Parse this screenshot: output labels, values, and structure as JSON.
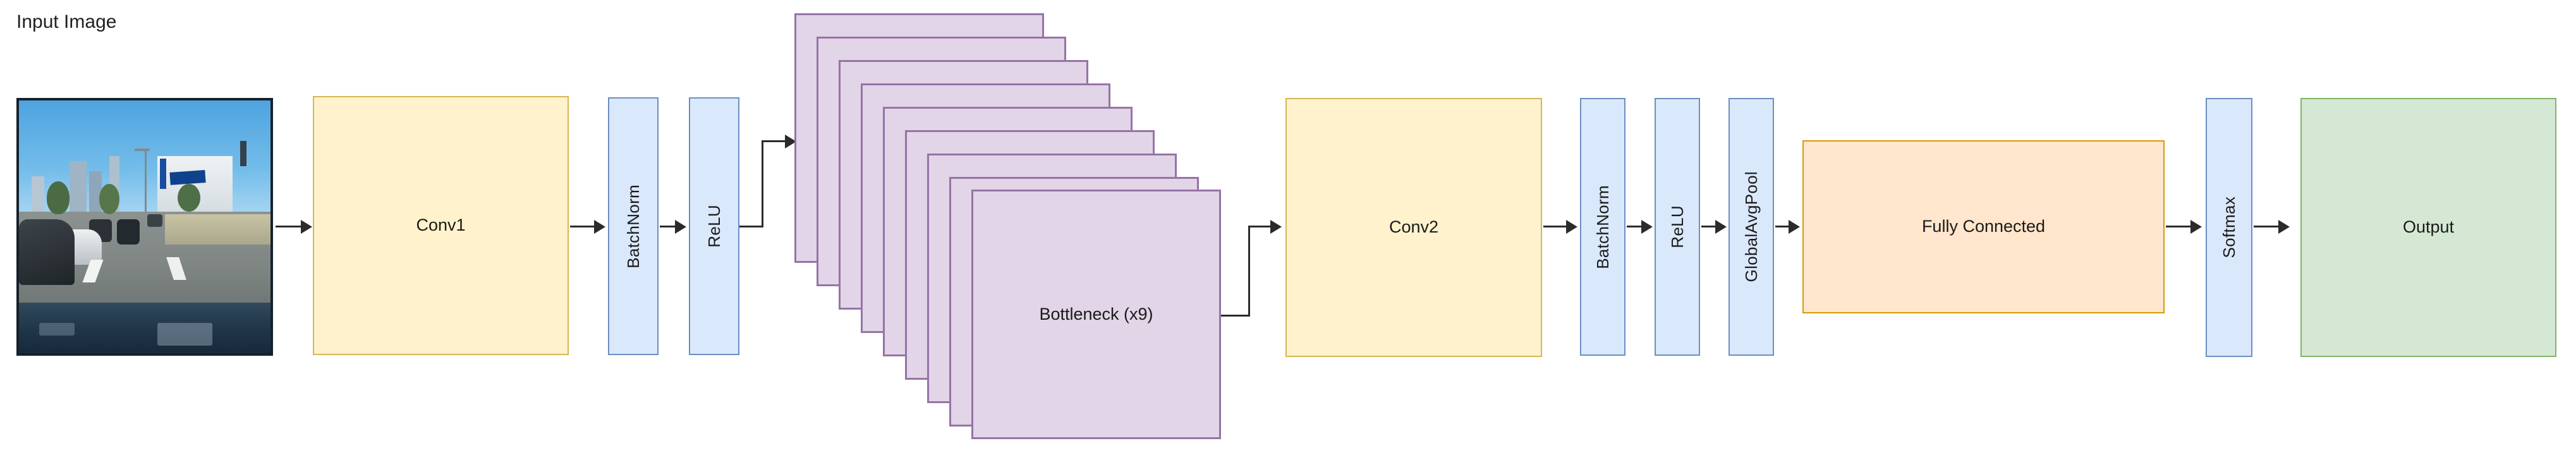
{
  "diagram": {
    "title": "Input Image",
    "type": "neural-network-architecture",
    "colors": {
      "conv_fill": "#fff2cc",
      "conv_stroke": "#d6b656",
      "layer_fill": "#dae8fc",
      "layer_stroke": "#6c8ebf",
      "bottleneck_fill": "#e1d5e7",
      "bottleneck_stroke": "#9673a6",
      "fc_fill": "#ffe6cc",
      "fc_stroke": "#d79b00",
      "output_fill": "#d5e8d4",
      "output_stroke": "#82b366",
      "connector": "#2b2b2b"
    },
    "input_image_caption": "Input Image",
    "blocks": {
      "conv1": "Conv1",
      "batchnorm1": "BatchNorm",
      "relu1": "ReLU",
      "bottleneck": "Bottleneck (x9)",
      "bottleneck_count": 9,
      "conv2": "Conv2",
      "batchnorm2": "BatchNorm",
      "relu2": "ReLU",
      "globalavgpool": "GlobalAvgPool",
      "fully_connected": "Fully Connected",
      "softmax": "Softmax",
      "output": "Output"
    },
    "flow": [
      "Input Image",
      "Conv1",
      "BatchNorm",
      "ReLU",
      "Bottleneck (x9)",
      "Conv2",
      "BatchNorm",
      "ReLU",
      "GlobalAvgPool",
      "Fully Connected",
      "Softmax",
      "Output"
    ]
  }
}
